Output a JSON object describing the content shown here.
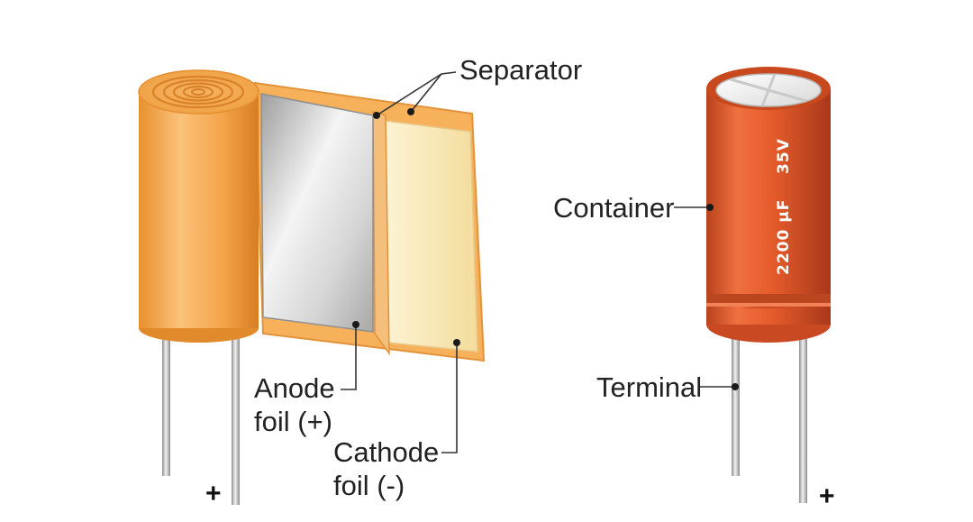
{
  "labels": {
    "separator": "Separator",
    "anode_line1": "Anode",
    "anode_line2": "foil (+)",
    "cathode_line1": "Cathode",
    "cathode_line2": "foil (-)",
    "container": "Container",
    "terminal": "Terminal",
    "plus_left": "+",
    "plus_right": "+"
  },
  "capacitor_marking": {
    "capacitance": "2200 µF",
    "voltage": "35V"
  },
  "colors": {
    "roll_orange": "#f0a040",
    "separator_orange": "#f6b15a",
    "anode_foil": "#c8c8c8",
    "cathode_foil": "#f8e8b8",
    "container_red": "#e05a2a",
    "lead_gray": "#b8b8b8"
  }
}
